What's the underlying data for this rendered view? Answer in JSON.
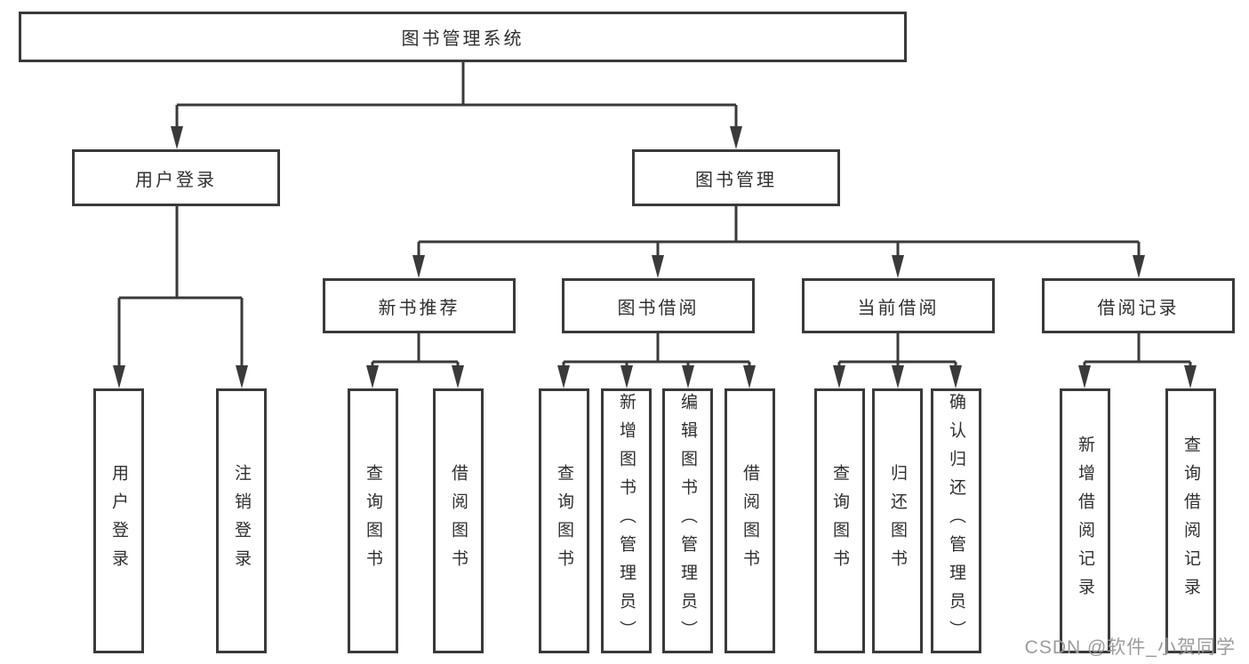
{
  "colors": {
    "line": "#3a3a3a",
    "text": "#2f2f2f",
    "watermark": "#9b9b9b",
    "background": "#ffffff"
  },
  "diagram": {
    "root": {
      "label": "图书管理系统"
    },
    "level2": [
      {
        "label": "用户登录"
      },
      {
        "label": "图书管理"
      }
    ],
    "level3": [
      {
        "label": "新书推荐"
      },
      {
        "label": "图书借阅"
      },
      {
        "label": "当前借阅"
      },
      {
        "label": "借阅记录"
      }
    ],
    "leaves": {
      "user_login": [
        "用户登录",
        "注销登录"
      ],
      "new_book": [
        "查询图书",
        "借阅图书"
      ],
      "book_borrow": [
        "查询图书",
        "新增图书（管理员）",
        "编辑图书（管理员）",
        "借阅图书"
      ],
      "current_borrow": [
        "查询图书",
        "归还图书",
        "确认归还（管理员）"
      ],
      "borrow_record": [
        "新增借阅记录",
        "查询借阅记录"
      ]
    }
  },
  "watermark": {
    "text": "CSDN @软件_小贺同学"
  }
}
